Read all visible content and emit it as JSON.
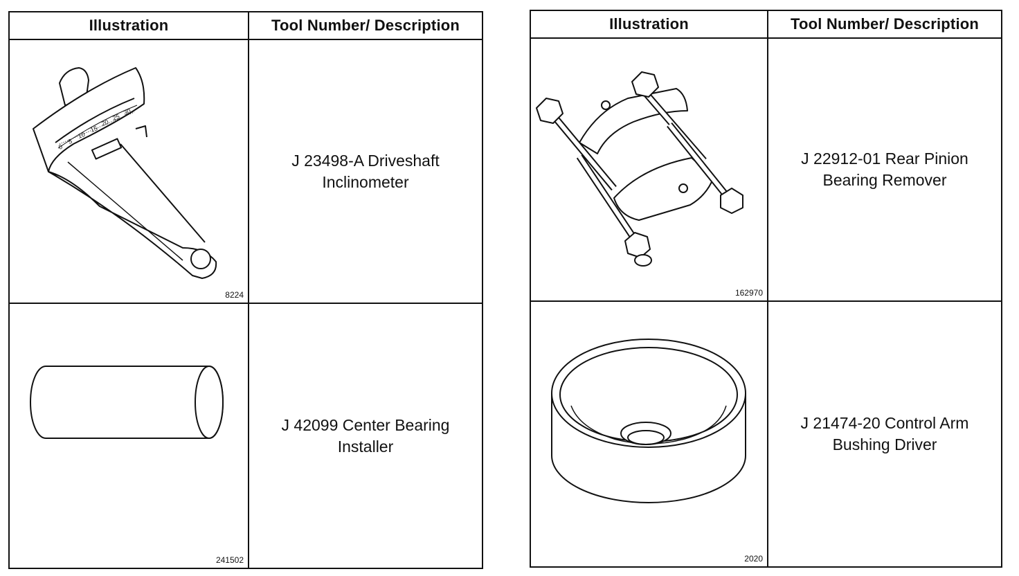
{
  "tables": [
    {
      "headers": {
        "illustration": "Illustration",
        "description": "Tool Number/ Description"
      },
      "rows": [
        {
          "figure_number": "8224",
          "description_line1": "J 23498-A Driveshaft",
          "description_line2": "Inclinometer",
          "icon": "driveshaft-inclinometer-icon"
        },
        {
          "figure_number": "241502",
          "description_line1": "J 42099 Center Bearing",
          "description_line2": "Installer",
          "icon": "center-bearing-installer-icon"
        }
      ]
    },
    {
      "headers": {
        "illustration": "Illustration",
        "description": "Tool Number/ Description"
      },
      "rows": [
        {
          "figure_number": "162970",
          "description_line1": "J 22912-01 Rear Pinion",
          "description_line2": "Bearing Remover",
          "icon": "pinion-bearing-remover-icon"
        },
        {
          "figure_number": "2020",
          "description_line1": "J 21474-20 Control Arm",
          "description_line2": "Bushing Driver",
          "icon": "bushing-driver-icon"
        }
      ]
    }
  ]
}
